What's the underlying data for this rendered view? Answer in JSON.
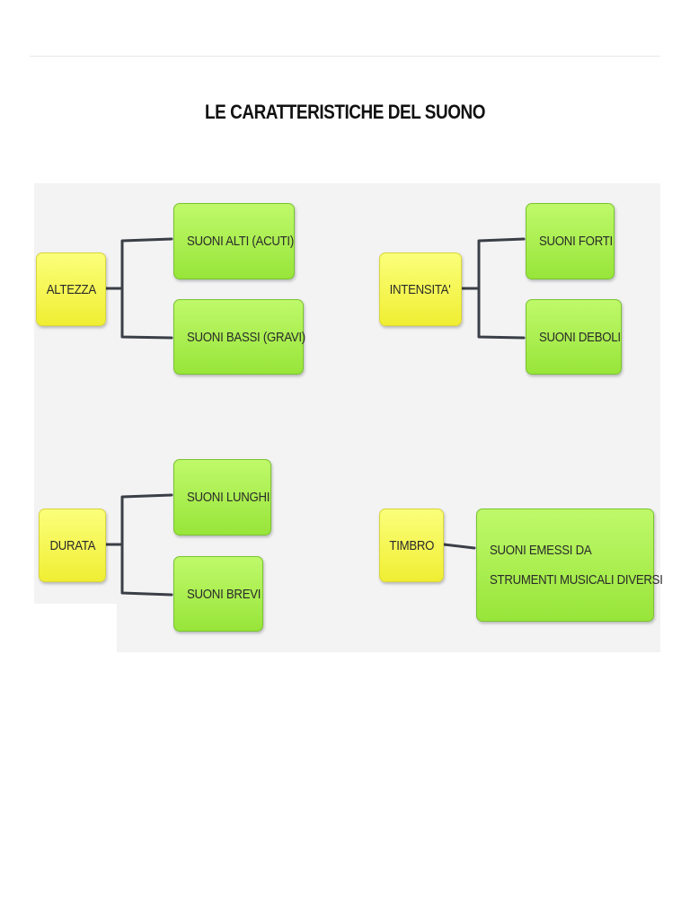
{
  "title": "LE CARATTERISTICHE DEL SUONO",
  "groups": [
    {
      "label": "ALTEZZA",
      "children": [
        "SUONI ALTI (ACUTI)",
        "SUONI BASSI (GRAVI)"
      ]
    },
    {
      "label": "INTENSITA'",
      "children": [
        "SUONI FORTI",
        "SUONI DEBOLI"
      ]
    },
    {
      "label": "DURATA",
      "children": [
        "SUONI LUNGHI",
        "SUONI BREVI"
      ]
    },
    {
      "label": "TIMBRO",
      "children": [
        "SUONI EMESSI DA",
        "STRUMENTI MUSICALI DIVERSI"
      ]
    }
  ],
  "colors": {
    "category_fill": "#f5f346",
    "item_fill": "#a8ef4a",
    "connector": "#3a3f47",
    "background": "#f3f3f3"
  }
}
